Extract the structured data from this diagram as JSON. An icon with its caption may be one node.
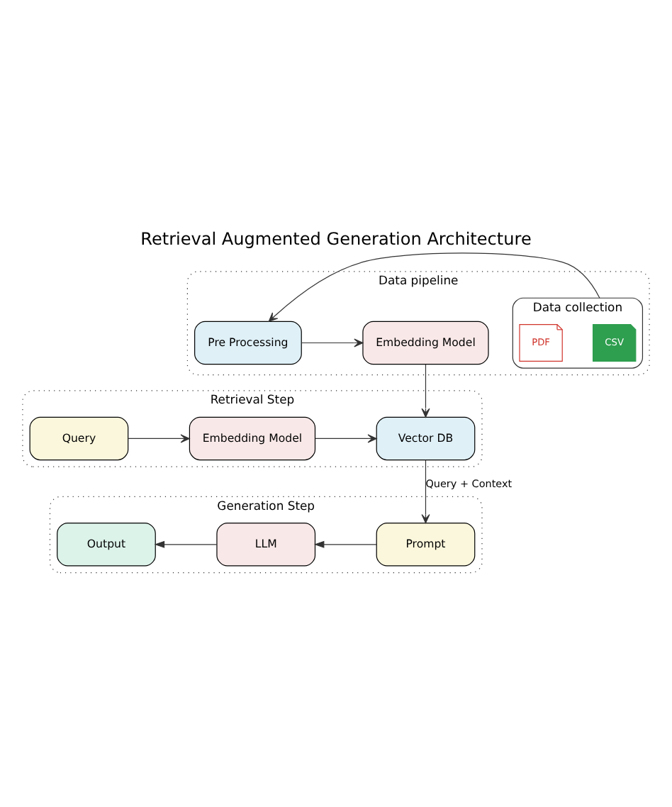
{
  "diagram": {
    "title": "Retrieval Augmented Generation Architecture",
    "nodes": [
      {
        "text": [
          "Data pipeline"
        ]
      },
      {
        "text": [
          "Data collection"
        ],
        "in": 0
      },
      {
        "text": [
          "CSV"
        ],
        "in": 1
      },
      {
        "text": [
          "PDF"
        ],
        "in": 1
      },
      {
        "text": [
          "Pre Processing"
        ],
        "in": 0
      },
      {
        "text": [
          "Embedding Model"
        ],
        "in": 0
      },
      {
        "text": [
          "Retrieval Step"
        ]
      },
      {
        "text": [
          "Query"
        ],
        "in": 6
      },
      {
        "text": [
          "Embedding Model"
        ],
        "in": 6
      },
      {
        "text": [
          "Vector DB"
        ],
        "in": 6
      },
      {
        "text": [
          "Generation Step"
        ]
      },
      {
        "text": [
          "Output"
        ],
        "in": 10
      },
      {
        "text": [
          "LLM"
        ],
        "in": 10
      },
      {
        "text": [
          "Prompt"
        ],
        "in": 10
      }
    ],
    "edges": [
      {
        "from": 1,
        "to": 4,
        "arrow": "to"
      },
      {
        "from": 4,
        "to": 5,
        "arrow": "to"
      },
      {
        "from": 5,
        "to": 9,
        "arrow": "to"
      },
      {
        "from": 7,
        "to": 8,
        "arrow": "to"
      },
      {
        "from": 8,
        "to": 9,
        "arrow": "to"
      },
      {
        "from": 9,
        "to": 13,
        "label": "Query + Context",
        "arrow": "to"
      },
      {
        "from": 13,
        "to": 12,
        "arrow": "to"
      },
      {
        "from": 12,
        "to": 11,
        "arrow": "to"
      }
    ]
  }
}
